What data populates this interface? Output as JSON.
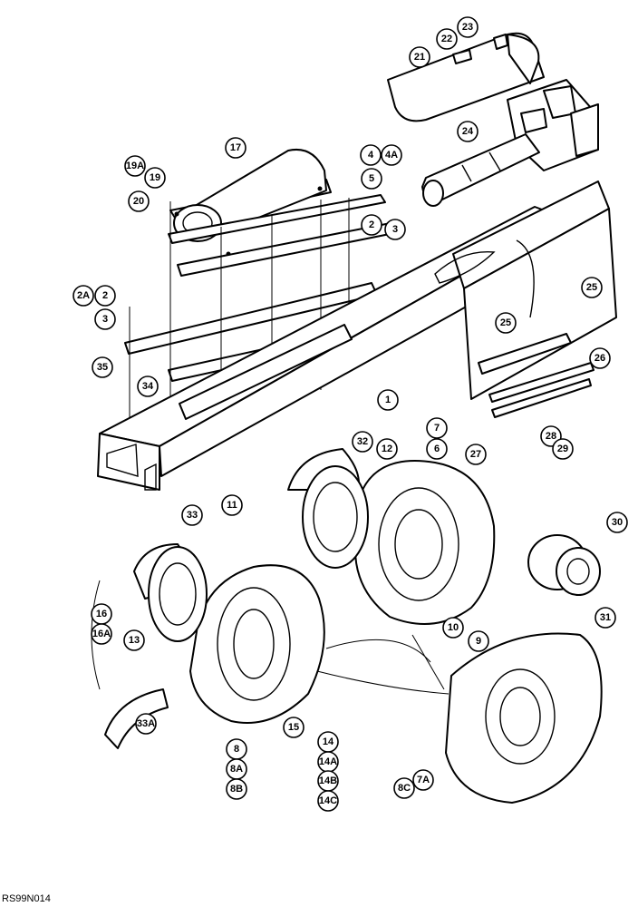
{
  "drawing_code": "RS99N014",
  "callouts": {
    "c1": "1",
    "c2a": "2A",
    "c2": "2",
    "c2b": "2",
    "c3": "3",
    "c3b": "3",
    "c4": "4",
    "c4a": "4A",
    "c5": "5",
    "c6": "6",
    "c7": "7",
    "c7a": "7A",
    "c8": "8",
    "c8a": "8A",
    "c8b": "8B",
    "c8c": "8C",
    "c9": "9",
    "c10": "10",
    "c11": "11",
    "c12": "12",
    "c13": "13",
    "c14": "14",
    "c14a": "14A",
    "c14b": "14B",
    "c14c": "14C",
    "c15": "15",
    "c16": "16",
    "c16a": "16A",
    "c17": "17",
    "c19a": "19A",
    "c19": "19",
    "c20": "20",
    "c21": "21",
    "c22": "22",
    "c23": "23",
    "c24": "24",
    "c25": "25",
    "c25b": "25",
    "c26": "26",
    "c27": "27",
    "c28": "28",
    "c29": "29",
    "c30": "30",
    "c31": "31",
    "c32": "32",
    "c33": "33",
    "c33a": "33A",
    "c34": "34",
    "c35": "35"
  }
}
